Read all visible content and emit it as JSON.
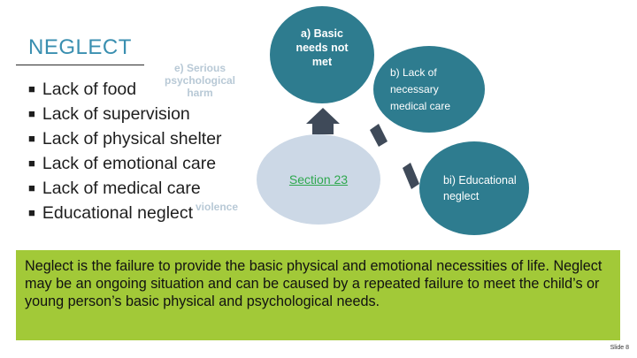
{
  "title": "NEGLECT",
  "bullets": [
    "Lack of food",
    "Lack of supervision",
    "Lack of physical shelter",
    "Lack of emotional care",
    "Lack of medical care",
    "Educational neglect"
  ],
  "diagram": {
    "center": "Section 23",
    "top": "a) Basic needs not met",
    "top_right": "b) Lack of necessary medical care",
    "right": "bi) Educational neglect",
    "faded_left_top": "e) Serious psychological harm",
    "faded_left_bottom": "violence"
  },
  "banner_text": "Neglect is the failure to provide the basic physical and emotional necessities of life. Neglect may be an ongoing situation and can be caused by a repeated failure to meet the child’s or young person’s basic physical and psychological needs.",
  "slide_number": "Slide 8",
  "colors": {
    "title": "#3a8fb0",
    "bubble": "#2e7c8f",
    "center_ellipse": "#ccd8e6",
    "center_text": "#2fa84f",
    "banner": "#a2c938",
    "connector": "#3f4a59"
  }
}
